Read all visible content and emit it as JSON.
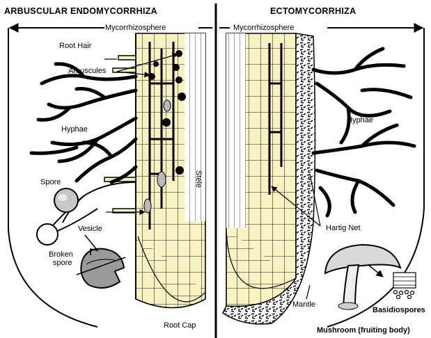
{
  "panels": {
    "left": {
      "title": "ARBUSCULAR ENDOMYCORRHIZA",
      "zone": "Mycorrhizosphere",
      "labels": {
        "root_hair": "Root Hair",
        "arbuscules": "Arbuscules",
        "hyphae": "Hyphae",
        "spore": "Spore",
        "vesicle": "Vesicle",
        "broken_spore_1": "Broken",
        "broken_spore_2": "spore",
        "stele": "Stele",
        "root_cap": "Root Cap"
      }
    },
    "right": {
      "title": "ECTOMYCORRHIZA",
      "zone": "Mycorrhizosphere",
      "labels": {
        "hyphae": "Hyphae",
        "hartig_net": "Hartig Net",
        "mantle": "Mantle",
        "basidiospores": "Basidiospores",
        "mushroom": "Mushroom (fruiting body)"
      }
    }
  },
  "colors": {
    "root_tissue": "#f6f2c4",
    "stele_fill": "#ffffff",
    "ink": "#000000",
    "spore_fill": "#c7c7c7"
  }
}
